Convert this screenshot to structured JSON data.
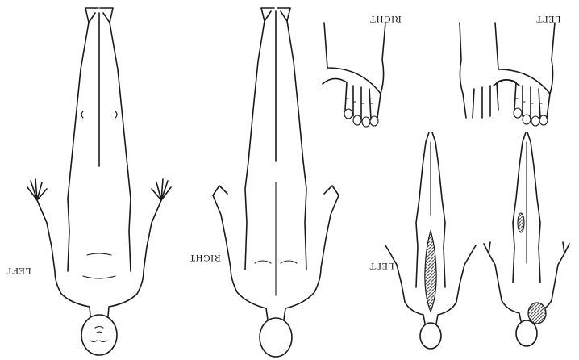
{
  "labels": {
    "left_figure": "LEFT",
    "right_figure": "RIGHT",
    "left_small": "LEFT",
    "hand_left": "LEFT",
    "hand_right": "RIGHT"
  },
  "shading_color": "#555555"
}
